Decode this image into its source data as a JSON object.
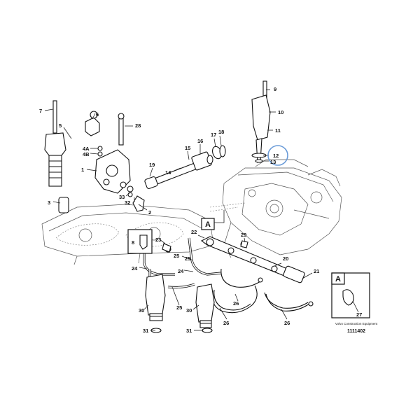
{
  "diagram": {
    "callouts": {
      "p1": "1",
      "p2": "2",
      "p3": "3",
      "p4a": "4A",
      "p4b": "4B",
      "p5": "5",
      "p6": "6",
      "p7": "7",
      "p8": "8",
      "p9": "9",
      "p10": "10",
      "p11": "11",
      "p12": "12",
      "p13": "13",
      "p14": "14",
      "p15": "15",
      "p16": "16",
      "p17": "17",
      "p18": "18",
      "p19": "19",
      "p20": "20",
      "p21": "21",
      "p22": "22",
      "p23": "23",
      "p24a": "24",
      "p24b": "24",
      "p25a": "25",
      "p25b": "25",
      "p25c": "25",
      "p26a": "26",
      "p26b": "26",
      "p26c": "26",
      "p27": "27",
      "p28": "28",
      "p29": "29",
      "p30a": "30",
      "p30b": "30",
      "p31a": "31",
      "p31b": "31",
      "p32": "32",
      "p33": "33"
    },
    "view_labels": {
      "main": "A",
      "detail": "A"
    },
    "highlight_color": "#6a9bd8"
  },
  "footer": {
    "brand": "Volvo Construction Equipment",
    "drawing_number": "1111402"
  }
}
